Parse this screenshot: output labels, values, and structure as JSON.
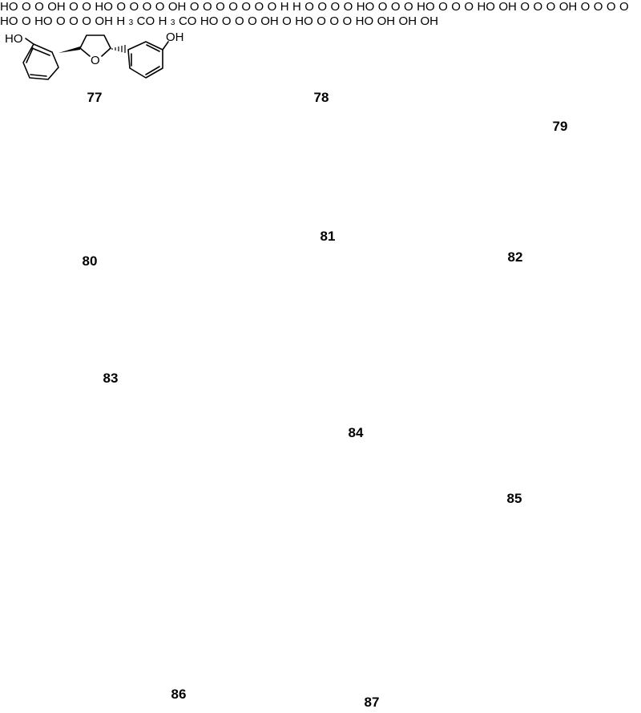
{
  "figure": {
    "type": "chemical-structure-panel",
    "compounds": [
      {
        "id": "77",
        "label": "77",
        "atoms": [
          "HO",
          "O",
          "OH"
        ]
      },
      {
        "id": "78",
        "label": "78",
        "atoms": [
          "HO",
          "O",
          "O",
          "OH",
          "O"
        ]
      },
      {
        "id": "79",
        "label": "79",
        "atoms": [
          "O",
          "HO",
          "O",
          "O",
          "O",
          "O",
          "OH",
          "O"
        ]
      },
      {
        "id": "80",
        "label": "80",
        "atoms": [
          "O",
          "O",
          "O",
          "O",
          "O",
          "O",
          "H",
          "H",
          "O",
          "O",
          "O"
        ]
      },
      {
        "id": "81",
        "label": "81",
        "atoms": [
          "O",
          "HO",
          "O",
          "O"
        ]
      },
      {
        "id": "82",
        "label": "82",
        "atoms": [
          "O",
          "HO",
          "O",
          "O"
        ]
      },
      {
        "id": "83",
        "label": "83",
        "atoms": [
          "O",
          "HO",
          "OH",
          "O"
        ]
      },
      {
        "id": "84",
        "label": "84",
        "atoms": [
          "O",
          "OH",
          "O",
          "O",
          "O",
          "O",
          "O"
        ]
      },
      {
        "id": "85",
        "label": "85",
        "atoms": [
          "HO",
          "O",
          "HO",
          "O",
          "O",
          "O",
          "OH"
        ]
      },
      {
        "id": "86",
        "label": "86",
        "atoms": [
          "H3CO",
          "H3CO",
          "HO",
          "O",
          "O",
          "O"
        ]
      },
      {
        "id": "87",
        "label": "87",
        "atoms": [
          "OH",
          "O",
          "HO",
          "O",
          "OH",
          "O",
          "O",
          "OH",
          "HO",
          "OH"
        ]
      }
    ]
  },
  "atoms": {
    "HO": "HO",
    "OH": "OH",
    "O": "O",
    "H": "H",
    "H3C": "H",
    "three": "3",
    "CO": "CO"
  }
}
